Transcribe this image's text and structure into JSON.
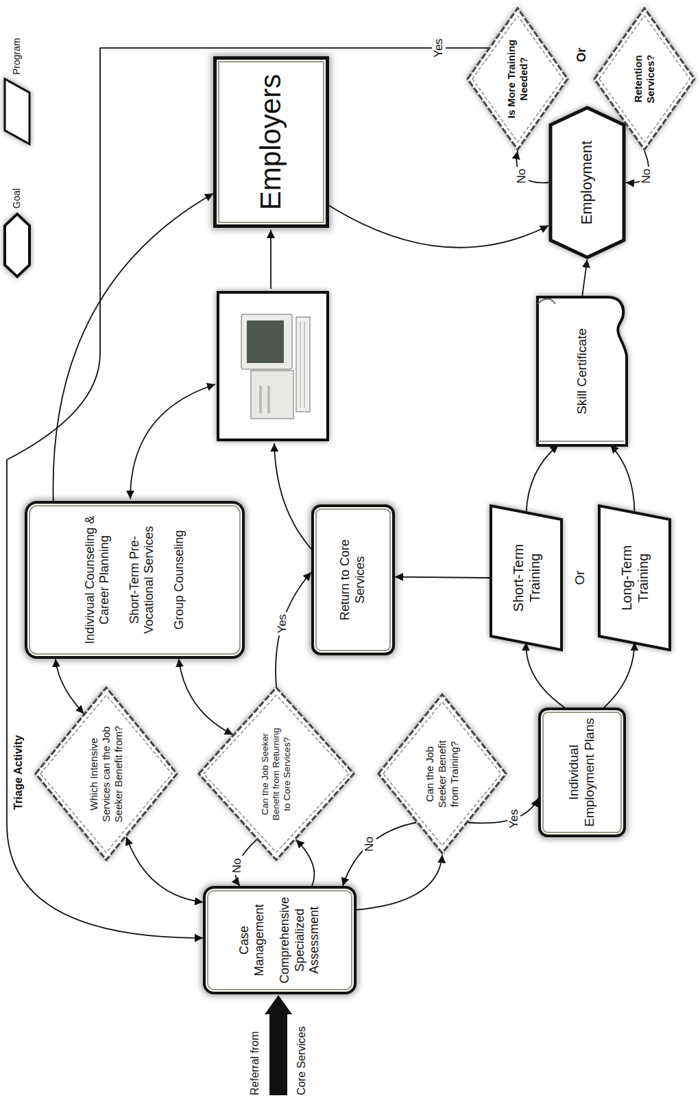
{
  "diagram": {
    "nodes": [
      {
        "text": [
          "Case Management",
          "Comprehensive Specialized Assessment"
        ]
      },
      {
        "text": [
          "Which Intensive Services can the Job Seeker Benefit from?"
        ]
      },
      {
        "text": [
          "Can the Job Seeker Benefit from Returning to Core Services?"
        ]
      },
      {
        "text": [
          "Can the Job Seeker Benefit from Training?"
        ]
      },
      {
        "text": [
          "Indivivual Counseling & Career Planning",
          "Short-Term Pre-Vocational Services",
          "Group Counseling"
        ]
      },
      {
        "text": [
          "Return to Core Services"
        ]
      },
      {
        "text": [
          "Individual Employment Plans"
        ]
      },
      {
        "text": [
          "Short-Term Training"
        ]
      },
      {
        "text": [
          "Long-Term Training"
        ]
      },
      {
        "text": [
          "Skill Certificate"
        ]
      },
      {
        "text": [
          "Employers"
        ]
      },
      {
        "text": [
          "Employment"
        ]
      },
      {
        "text": [
          "Is More Training Needed?"
        ]
      },
      {
        "text": [
          "Retention Services?"
        ]
      }
    ],
    "edges": [
      {
        "from": 0,
        "to": 1,
        "arrow": "both"
      },
      {
        "from": 1,
        "to": 4,
        "arrow": "both"
      },
      {
        "from": 2,
        "to": 4,
        "arrow": "both"
      },
      {
        "from": 0,
        "to": 2,
        "arrow": "to"
      },
      {
        "from": 2,
        "to": 0,
        "label": "No",
        "arrow": "to"
      },
      {
        "from": 2,
        "to": 5,
        "label": "Yes",
        "arrow": "to"
      },
      {
        "from": 0,
        "to": 3,
        "arrow": "to"
      },
      {
        "from": 3,
        "to": 0,
        "label": "No",
        "arrow": "to"
      },
      {
        "from": 3,
        "to": 6,
        "label": "Yes",
        "arrow": "to"
      },
      {
        "from": 6,
        "to": 7,
        "arrow": "to"
      },
      {
        "from": 6,
        "to": 8,
        "arrow": "to"
      },
      {
        "from": 7,
        "to": 5,
        "arrow": "to"
      },
      {
        "from": 7,
        "to": 9,
        "arrow": "to"
      },
      {
        "from": 8,
        "to": 9,
        "arrow": "to"
      },
      {
        "from": 9,
        "to": 11,
        "arrow": "to"
      },
      {
        "from": 4,
        "to": 10,
        "arrow": "to"
      },
      {
        "from": 10,
        "to": 11,
        "arrow": "to"
      },
      {
        "from": 11,
        "to": 12,
        "label": "No",
        "arrow": "to"
      },
      {
        "from": 13,
        "to": 11,
        "label": "No",
        "arrow": "to"
      },
      {
        "from": 12,
        "to": 0,
        "label": "Yes",
        "arrow": "to"
      }
    ],
    "labels": [
      "Referral from Core Services",
      "Triage Activity",
      "Or",
      "Or"
    ],
    "legend": [
      {
        "text": "Goal"
      },
      {
        "text": "Program"
      }
    ]
  }
}
